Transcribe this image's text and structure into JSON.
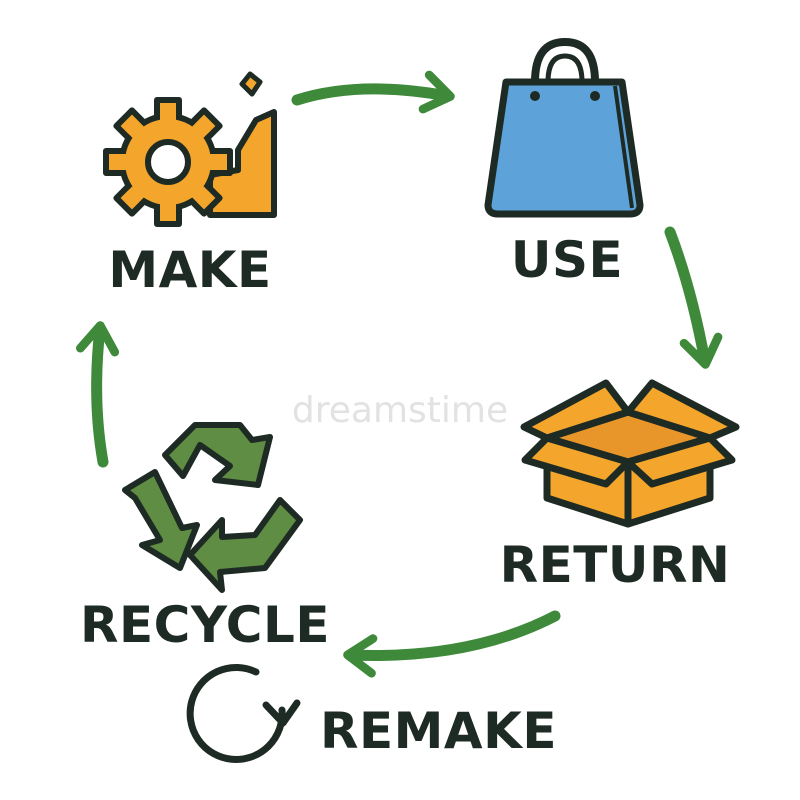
{
  "diagram": {
    "stages": [
      {
        "id": "make",
        "label": "MAKE",
        "icon": "factory-gear-icon"
      },
      {
        "id": "use",
        "label": "USE",
        "icon": "shopping-bag-icon"
      },
      {
        "id": "return",
        "label": "RETURN",
        "icon": "open-box-icon"
      },
      {
        "id": "recycle",
        "label": "RECYCLE",
        "icon": "recycle-icon"
      },
      {
        "id": "remake",
        "label": "REMAKE",
        "icon": "circular-arrow-icon"
      }
    ],
    "watermark": "dreamstime",
    "colors": {
      "arrow": "#3f8a3a",
      "gear": "#f4a52b",
      "bag": "#5da3d9",
      "box": "#f4a52b",
      "recycle": "#5e8d43",
      "outline": "#1e2b24",
      "text": "#1e2b24"
    }
  }
}
